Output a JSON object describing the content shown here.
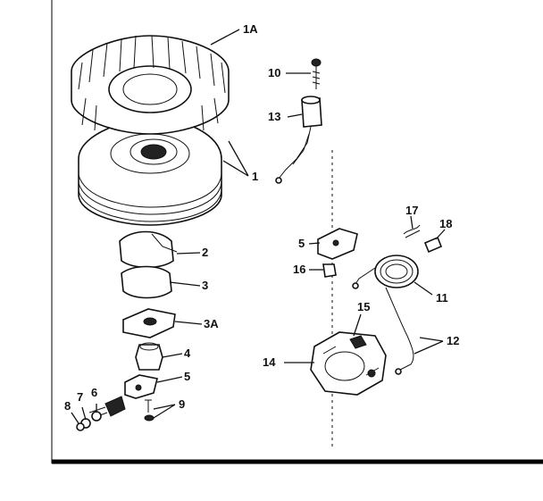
{
  "labels": {
    "l1A": "1A",
    "l1": "1",
    "l2": "2",
    "l3": "3",
    "l3A": "3A",
    "l4": "4",
    "l5a": "5",
    "l5b": "5",
    "l6": "6",
    "l7": "7",
    "l8": "8",
    "l9": "9",
    "l10": "10",
    "l11": "11",
    "l12": "12",
    "l13": "13",
    "l14": "14",
    "l15": "15",
    "l16": "16",
    "l17": "17",
    "l18": "18"
  }
}
